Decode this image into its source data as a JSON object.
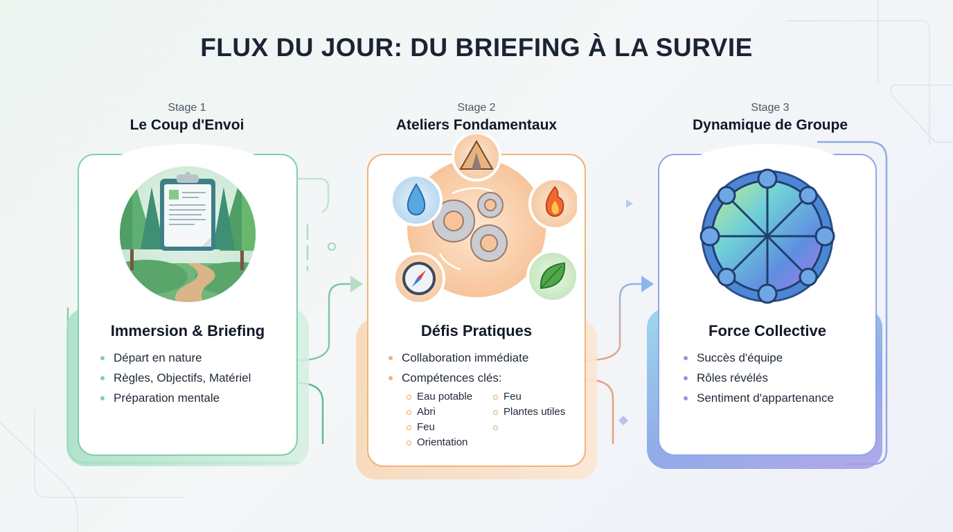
{
  "title": "FLUX DU JOUR: DU BRIEFING À LA SURVIE",
  "stages": [
    {
      "stage_label": "Stage 1",
      "stage_name": "Le Coup d'Envoi",
      "card_title": "Immersion & Briefing",
      "illustration": "forest-clipboard-path-icon",
      "accent": "#6cc79e",
      "bullets": [
        "Départ en nature",
        "Règles, Objectifs, Matériel",
        "Préparation mentale"
      ]
    },
    {
      "stage_label": "Stage 2",
      "stage_name": "Ateliers Fondamentaux",
      "card_title": "Défis Pratiques",
      "illustration": "gears-with-survival-skills-icon",
      "skill_icons": [
        "tent-icon",
        "water-drop-icon",
        "fire-icon",
        "compass-icon",
        "leaf-icon"
      ],
      "accent": "#f0a868",
      "bullets": [
        "Collaboration immédiate",
        "Compétences clés:"
      ],
      "sub_bullets_col1": [
        "Eau potable",
        "Abri",
        "Feu",
        "Orientation"
      ],
      "sub_bullets_col2": [
        "Feu",
        "Plantes utiles"
      ]
    },
    {
      "stage_label": "Stage 3",
      "stage_name": "Dynamique de Groupe",
      "card_title": "Force Collective",
      "illustration": "puzzle-circle-icon",
      "accent": "#7d8fe0",
      "bullets": [
        "Succès d'équipe",
        "Rôles révélés",
        "Sentiment d'appartenance"
      ]
    }
  ],
  "colors": {
    "title": "#1b2433",
    "green": "#6cc79e",
    "orange": "#f0a868",
    "blue": "#7d8fe0"
  }
}
